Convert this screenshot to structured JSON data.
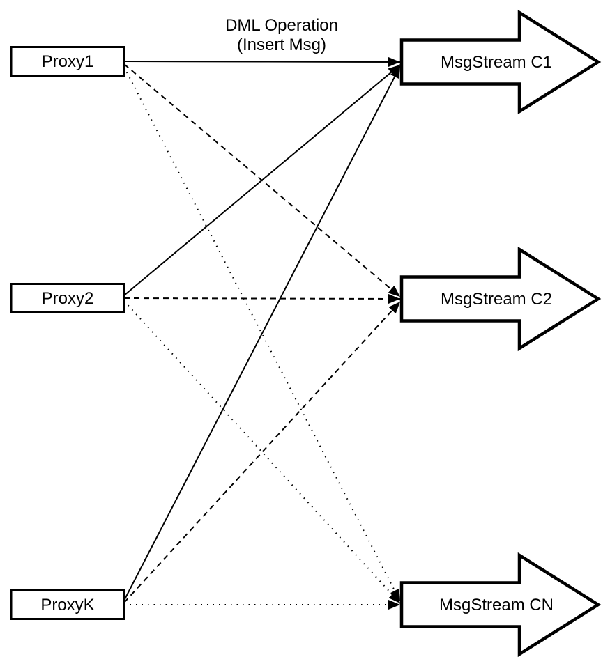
{
  "title": {
    "line1": "DML Operation",
    "line2": "(Insert Msg)"
  },
  "proxies": [
    {
      "id": "proxy1",
      "label": "Proxy1"
    },
    {
      "id": "proxy2",
      "label": "Proxy2"
    },
    {
      "id": "proxyk",
      "label": "ProxyK"
    }
  ],
  "streams": [
    {
      "id": "c1",
      "label": "MsgStream C1"
    },
    {
      "id": "c2",
      "label": "MsgStream C2"
    },
    {
      "id": "cn",
      "label": "MsgStream CN"
    }
  ],
  "edges": [
    {
      "from": "Proxy1",
      "to": "MsgStream C1",
      "style": "solid"
    },
    {
      "from": "Proxy1",
      "to": "MsgStream C2",
      "style": "dashed"
    },
    {
      "from": "Proxy1",
      "to": "MsgStream CN",
      "style": "dotted"
    },
    {
      "from": "Proxy2",
      "to": "MsgStream C1",
      "style": "solid"
    },
    {
      "from": "Proxy2",
      "to": "MsgStream C2",
      "style": "dashed"
    },
    {
      "from": "Proxy2",
      "to": "MsgStream CN",
      "style": "dotted"
    },
    {
      "from": "ProxyK",
      "to": "MsgStream C1",
      "style": "solid"
    },
    {
      "from": "ProxyK",
      "to": "MsgStream C2",
      "style": "dashed"
    },
    {
      "from": "ProxyK",
      "to": "MsgStream CN",
      "style": "dotted"
    }
  ],
  "colors": {
    "stroke": "#000000",
    "fill": "#ffffff",
    "background": "#ffffff"
  }
}
